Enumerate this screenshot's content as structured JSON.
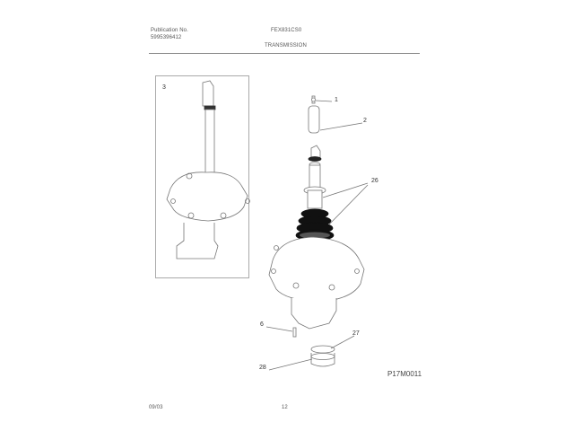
{
  "header": {
    "publication_label": "Publication No.",
    "publication_number": "5995396412",
    "model": "FEX831CS0",
    "section_title": "TRANSMISSION"
  },
  "inset": {
    "label": "3"
  },
  "callouts": [
    {
      "id": "1",
      "label": "1"
    },
    {
      "id": "2",
      "label": "2"
    },
    {
      "id": "26",
      "label": "26"
    },
    {
      "id": "6",
      "label": "6"
    },
    {
      "id": "27",
      "label": "27"
    },
    {
      "id": "28",
      "label": "28"
    }
  ],
  "figure_code": "P17M0011",
  "footer": {
    "date": "09/03",
    "page": "12"
  }
}
